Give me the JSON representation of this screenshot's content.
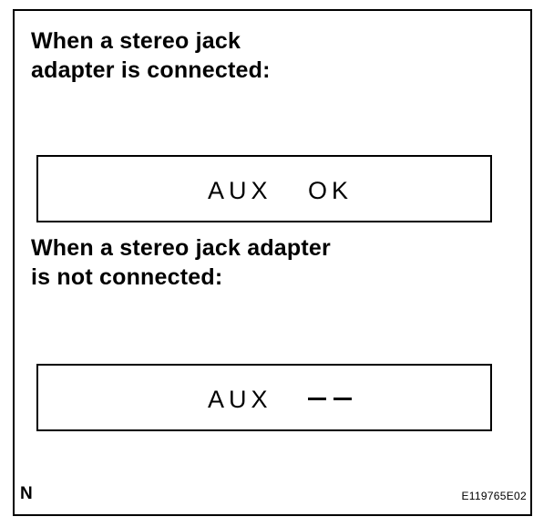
{
  "caption_connected": "When a stereo jack\nadapter is connected:",
  "display_connected": {
    "source": "AUX",
    "status": "OK"
  },
  "caption_not_connected": "When a stereo jack adapter\nis not connected:",
  "display_not_connected": {
    "source": "AUX",
    "status": "--"
  },
  "corner_label": "N",
  "figure_id": "E119765E02"
}
